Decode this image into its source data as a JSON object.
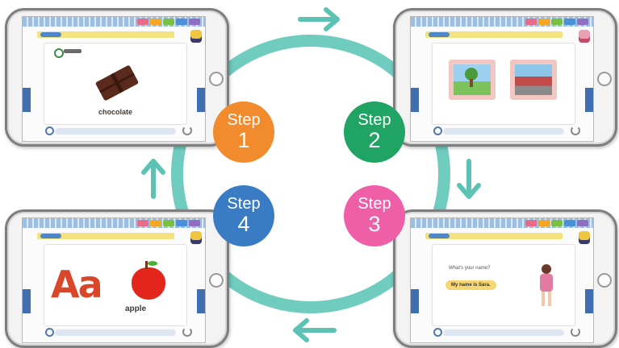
{
  "steps": [
    {
      "label": "Step",
      "number": "1",
      "color": "#f28a2e"
    },
    {
      "label": "Step",
      "number": "2",
      "color": "#1fa463"
    },
    {
      "label": "Step",
      "number": "3",
      "color": "#ee5fa7"
    },
    {
      "label": "Step",
      "number": "4",
      "color": "#3a7cc4"
    }
  ],
  "screens": {
    "s1": {
      "word": "chocolate"
    },
    "s3": {
      "question": "What's your name?",
      "answer": "My name is Sara."
    },
    "s4": {
      "letters": "Aa",
      "word": "apple"
    }
  },
  "colors": {
    "ring": "#6fccbf",
    "arrow": "#5cc3b4"
  }
}
